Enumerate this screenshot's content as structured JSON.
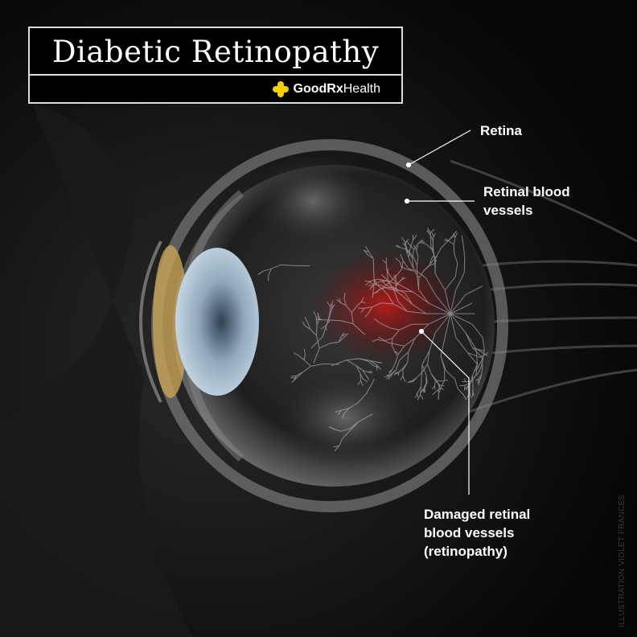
{
  "title": "Diabetic Retinopathy",
  "brand": {
    "name_bold": "GoodRx",
    "name_regular": "Health",
    "icon": "plus-cross-icon",
    "color": "#f5d000"
  },
  "labels": {
    "retina": "Retina",
    "retinal_vessels_line1": "Retinal blood",
    "retinal_vessels_line2": "vessels",
    "damaged_line1": "Damaged retinal",
    "damaged_line2": "blood vessels",
    "damaged_line3": "(retinopathy)"
  },
  "credit": "ILLUSTRATION VIOLET FRANCES",
  "colors": {
    "background": "#050505",
    "damage": "#b01818",
    "lens": "#9fb8cc",
    "label": "#ffffff"
  }
}
